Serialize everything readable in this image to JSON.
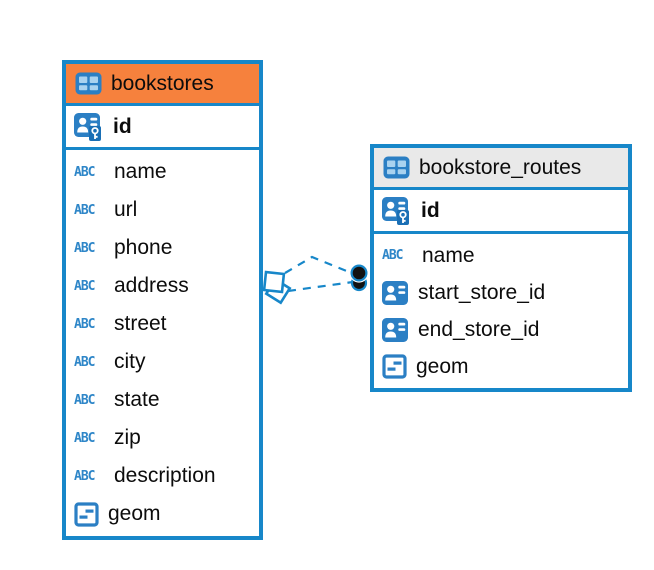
{
  "diagram": {
    "type": "entity-relationship",
    "tables": [
      {
        "name": "bookstores",
        "header_color": "#f6813d",
        "columns": [
          {
            "name": "id",
            "type": "primary-key"
          },
          {
            "name": "name",
            "type": "text"
          },
          {
            "name": "url",
            "type": "text"
          },
          {
            "name": "phone",
            "type": "text"
          },
          {
            "name": "address",
            "type": "text"
          },
          {
            "name": "street",
            "type": "text"
          },
          {
            "name": "city",
            "type": "text"
          },
          {
            "name": "state",
            "type": "text"
          },
          {
            "name": "zip",
            "type": "text"
          },
          {
            "name": "description",
            "type": "text"
          },
          {
            "name": "geom",
            "type": "geometry"
          }
        ]
      },
      {
        "name": "bookstore_routes",
        "header_color": "#e9e9e9",
        "columns": [
          {
            "name": "id",
            "type": "primary-key"
          },
          {
            "name": "name",
            "type": "text"
          },
          {
            "name": "start_store_id",
            "type": "reference"
          },
          {
            "name": "end_store_id",
            "type": "reference"
          },
          {
            "name": "geom",
            "type": "geometry"
          }
        ]
      }
    ],
    "relationship": {
      "from_table": "bookstores",
      "to_table": "bookstore_routes",
      "line_style": "dashed",
      "line_count": 2,
      "from_marker": "diamond",
      "to_marker": "filled-circle-pair"
    }
  },
  "icons": {
    "abc_label": "ABC"
  },
  "theme": {
    "colors": {
      "blue": "#1787c9",
      "icon-blue": "#2b7fc4",
      "orange": "#f6813d",
      "gray": "#e9e9e9",
      "text": "#0c0c0c",
      "canvas": "#ffffff"
    }
  }
}
